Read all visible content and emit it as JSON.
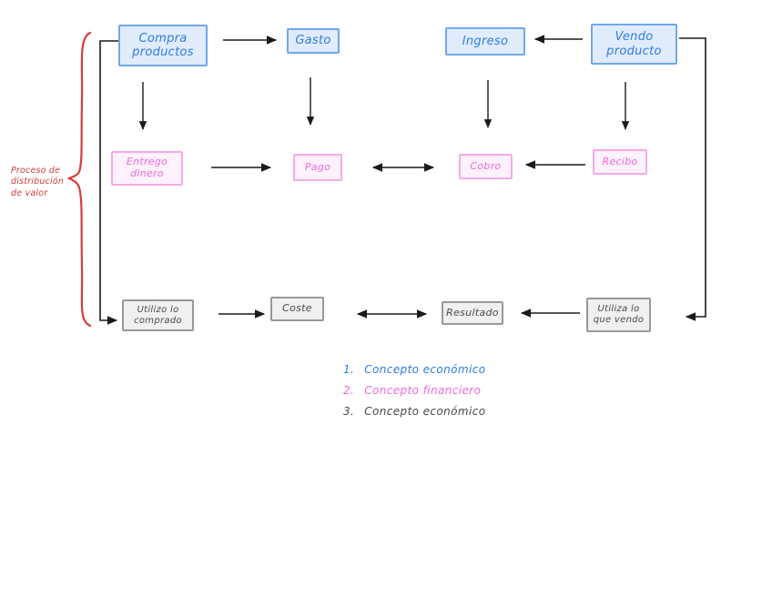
{
  "colors": {
    "concept_economic_blue": "#2e7be5",
    "concept_financial_pink": "#f168db",
    "concept_cost_gray": "#49494b",
    "annotation_red": "#d63c3c",
    "arrow_black": "#1a1a1a"
  },
  "boxes": {
    "compra_productos": {
      "line1": "Compra",
      "line2": "productos"
    },
    "gasto": {
      "line1": "Gasto"
    },
    "ingreso": {
      "line1": "Ingreso"
    },
    "vendo_producto": {
      "line1": "Vendo",
      "line2": "producto"
    },
    "entrego_dinero": {
      "line1": "Entrego",
      "line2": "dinero"
    },
    "pago": {
      "line1": "Pago"
    },
    "cobro": {
      "line1": "Cobro"
    },
    "recibo": {
      "line1": "Recibo"
    },
    "utilizo_lo_comprado": {
      "line1": "Utilizo lo",
      "line2": "comprado"
    },
    "coste": {
      "line1": "Coste"
    },
    "resultado": {
      "line1": "Resultado"
    },
    "utiliza_lo_que_vendo": {
      "line1": "Utiliza lo",
      "line2": "que vendo"
    }
  },
  "annotation": {
    "line1": "Proceso de",
    "line2": "distribución",
    "line3": "de valor"
  },
  "legend": {
    "items": [
      {
        "num": "1.",
        "label": "Concepto económico"
      },
      {
        "num": "2.",
        "label": "Concepto financiero"
      },
      {
        "num": "3.",
        "label": "Concepto económico"
      }
    ]
  }
}
